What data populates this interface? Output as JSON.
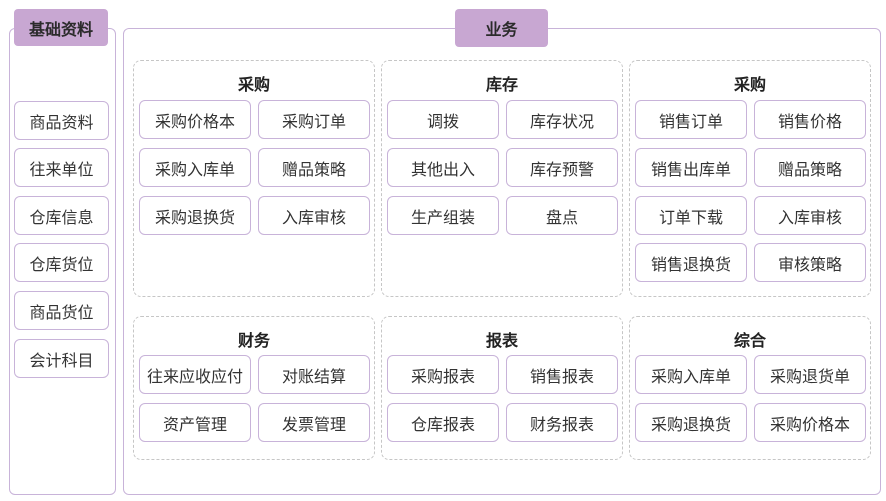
{
  "basic": {
    "tab_label": "基础资料",
    "items": [
      "商品资料",
      "往来单位",
      "仓库信息",
      "仓库货位",
      "商品货位",
      "会计科目"
    ]
  },
  "business": {
    "tab_label": "业务",
    "sections": [
      {
        "title": "采购",
        "items": [
          "采购价格本",
          "采购订单",
          "采购入库单",
          "赠品策略",
          "采购退换货",
          "入库审核"
        ]
      },
      {
        "title": "库存",
        "items": [
          "调拨",
          "库存状况",
          "其他出入",
          "库存预警",
          "生产组装",
          "盘点"
        ]
      },
      {
        "title": "采购",
        "items": [
          "销售订单",
          "销售价格",
          "销售出库单",
          "赠品策略",
          "订单下载",
          "入库审核",
          "销售退换货",
          "审核策略"
        ]
      },
      {
        "title": "财务",
        "items": [
          "往来应收应付",
          "对账结算",
          "资产管理",
          "发票管理"
        ]
      },
      {
        "title": "报表",
        "items": [
          "采购报表",
          "销售报表",
          "仓库报表",
          "财务报表"
        ]
      },
      {
        "title": "综合",
        "items": [
          "采购入库单",
          "采购退货单",
          "采购退换货",
          "采购价格本"
        ]
      }
    ]
  }
}
